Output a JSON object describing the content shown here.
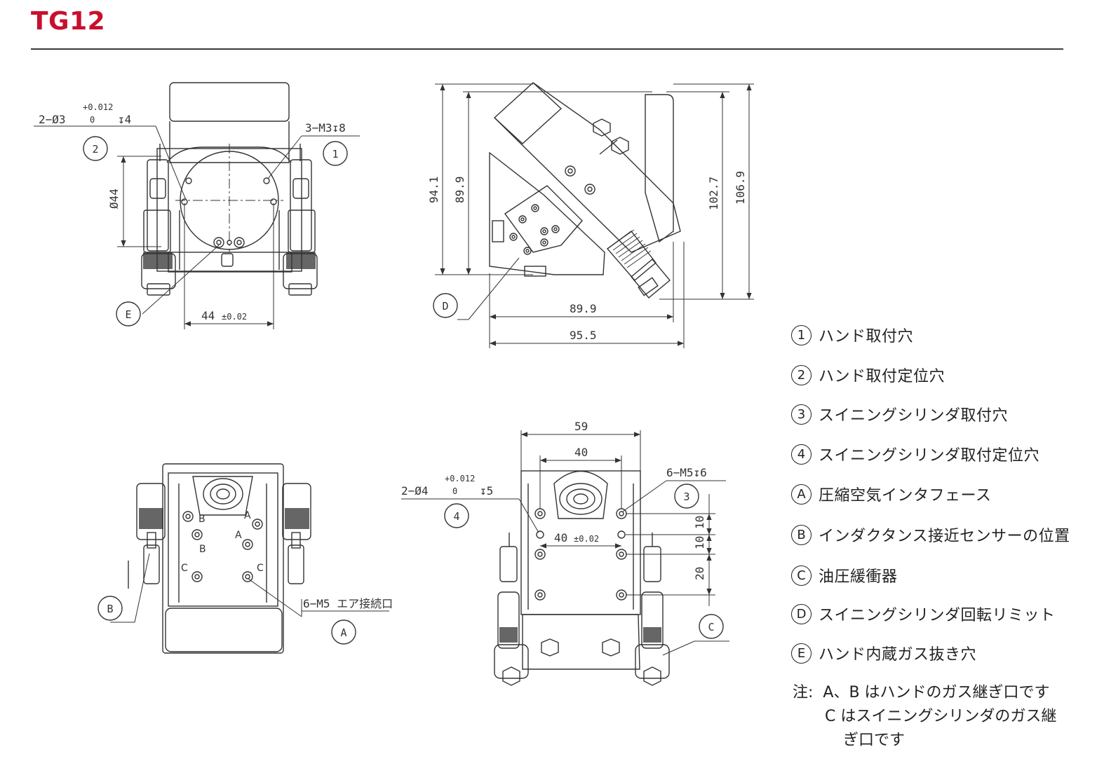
{
  "title": "TG12",
  "views": {
    "top_left": {
      "callouts": [
        "2",
        "1",
        "E"
      ],
      "dims": {
        "hole_spec_prefix": "2−Ø3",
        "tol_upper": "+0.012",
        "tol_lower": "0",
        "depth": "↧4",
        "thread_spec": "3−M3↧8",
        "diameter": "Ø44",
        "pitch": "44",
        "pitch_tol": "±0.02"
      }
    },
    "top_right": {
      "callouts": [
        "D"
      ],
      "dims": {
        "h1": "94.1",
        "h2": "89.9",
        "h3": "102.7",
        "h4": "106.9",
        "w1": "89.9",
        "w2": "95.5"
      }
    },
    "bottom_left": {
      "callouts": [
        "B",
        "A"
      ],
      "hole_labels": [
        "B",
        "A",
        "B",
        "A",
        "C",
        "C"
      ],
      "dims": {
        "port_spec": "6−M5 エア接続口"
      }
    },
    "bottom_right": {
      "callouts": [
        "4",
        "3",
        "C"
      ],
      "dims": {
        "w59": "59",
        "w40": "40",
        "hole_spec_prefix": "2−Ø4",
        "tol_upper": "+0.012",
        "tol_lower": "0",
        "depth": "↧5",
        "thread_spec": "6−M5↧6",
        "pitch": "40",
        "pitch_tol": "±0.02",
        "v10a": "10",
        "v10b": "10",
        "v20": "20"
      }
    }
  },
  "legend": [
    {
      "mark": "1",
      "text": "ハンド取付穴"
    },
    {
      "mark": "2",
      "text": "ハンド取付定位穴"
    },
    {
      "mark": "3",
      "text": "スイニングシリンダ取付穴"
    },
    {
      "mark": "4",
      "text": "スイニングシリンダ取付定位穴"
    },
    {
      "mark": "A",
      "text": "圧縮空気インタフェース"
    },
    {
      "mark": "B",
      "text": "インダクタンス接近センサーの位置"
    },
    {
      "mark": "C",
      "text": "油圧緩衝器"
    },
    {
      "mark": "D",
      "text": "スイニングシリンダ回転リミット"
    },
    {
      "mark": "E",
      "text": "ハンド内蔵ガス抜き穴"
    }
  ],
  "note": {
    "prefix": "注:",
    "line1": "A、B はハンドのガス継ぎ口です",
    "line2": "C はスイニングシリンダのガス継",
    "line3": "ぎ口です"
  },
  "colors": {
    "title": "#c8102e",
    "line": "#3a3a3a"
  }
}
